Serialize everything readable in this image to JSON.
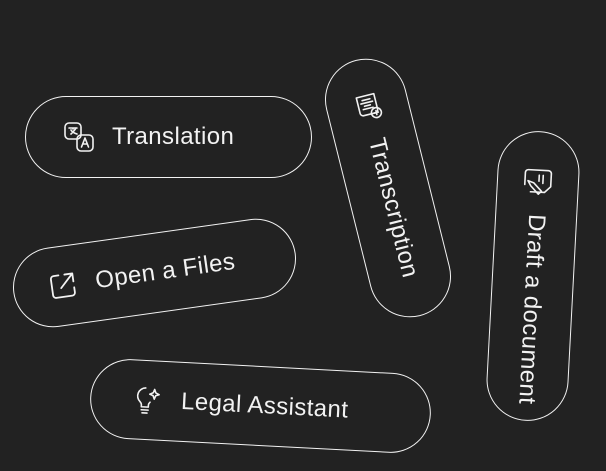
{
  "background": "#222222",
  "pills": {
    "translation": {
      "label": "Translation",
      "icon": "translate-icon"
    },
    "open_files": {
      "label": "Open a Files",
      "icon": "external-link-icon"
    },
    "legal": {
      "label": "Legal Assistant",
      "icon": "lightbulb-sparkle-icon"
    },
    "transcription": {
      "label": "Transcription",
      "icon": "transcription-icon"
    },
    "draft": {
      "label": "Draft a document",
      "icon": "document-edit-icon"
    }
  },
  "colors": {
    "stroke": "#f2f2f2",
    "text": "#f2f2f2"
  }
}
